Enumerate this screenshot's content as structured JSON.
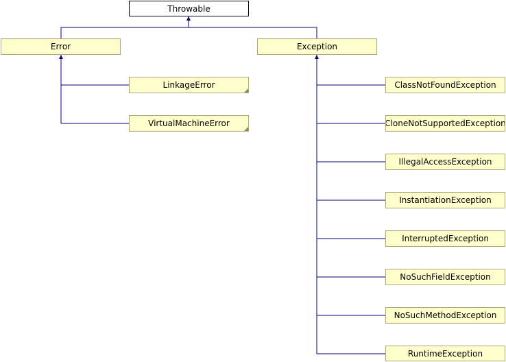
{
  "diagram": {
    "title": "",
    "colors": {
      "edge": "#000080",
      "node_fill": "#ffffcc",
      "node_border": "#a8a87a",
      "root_fill": "#ffffff",
      "fold_marker": "#8a8a5a"
    },
    "nodes": {
      "throwable": {
        "label": "Throwable"
      },
      "error": {
        "label": "Error"
      },
      "exception": {
        "label": "Exception"
      },
      "linkage_error": {
        "label": "LinkageError"
      },
      "virtual_machine_error": {
        "label": "VirtualMachineError"
      },
      "class_not_found_exception": {
        "label": "ClassNotFoundException"
      },
      "clone_not_supported_exception": {
        "label": "CloneNotSupportedException"
      },
      "illegal_access_exception": {
        "label": "IllegalAccessException"
      },
      "instantiation_exception": {
        "label": "InstantiationException"
      },
      "interrupted_exception": {
        "label": "InterruptedException"
      },
      "no_such_field_exception": {
        "label": "NoSuchFieldException"
      },
      "no_such_method_exception": {
        "label": "NoSuchMethodException"
      },
      "runtime_exception": {
        "label": "RuntimeException"
      }
    },
    "edges": [
      {
        "from": "error",
        "to": "throwable"
      },
      {
        "from": "exception",
        "to": "throwable"
      },
      {
        "from": "linkage_error",
        "to": "error"
      },
      {
        "from": "virtual_machine_error",
        "to": "error"
      },
      {
        "from": "class_not_found_exception",
        "to": "exception"
      },
      {
        "from": "clone_not_supported_exception",
        "to": "exception"
      },
      {
        "from": "illegal_access_exception",
        "to": "exception"
      },
      {
        "from": "instantiation_exception",
        "to": "exception"
      },
      {
        "from": "interrupted_exception",
        "to": "exception"
      },
      {
        "from": "no_such_field_exception",
        "to": "exception"
      },
      {
        "from": "no_such_method_exception",
        "to": "exception"
      },
      {
        "from": "runtime_exception",
        "to": "exception"
      }
    ]
  }
}
